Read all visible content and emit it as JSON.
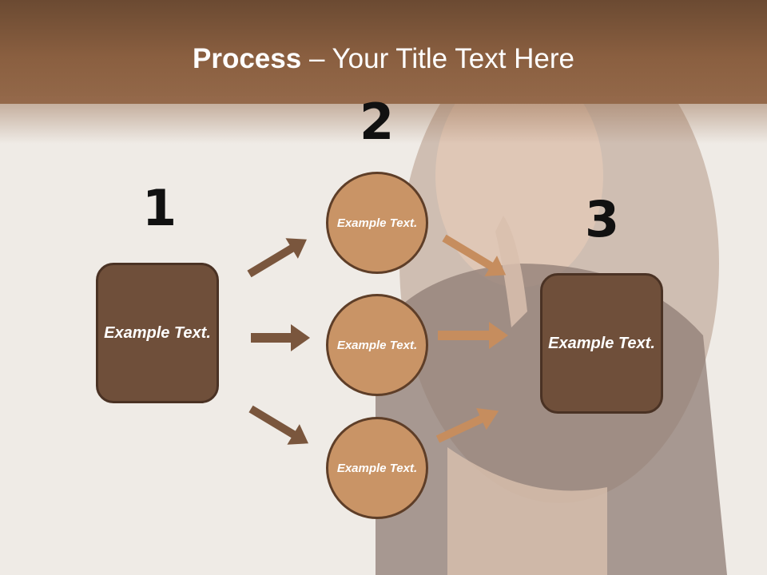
{
  "title": {
    "bold": "Process",
    "rest": " – Your Title Text Here"
  },
  "numbers": [
    "1",
    "2",
    "3"
  ],
  "left_box": {
    "text": "Example Text."
  },
  "circles": [
    {
      "text": "Example Text."
    },
    {
      "text": "Example Text."
    },
    {
      "text": "Example Text."
    }
  ],
  "right_box": {
    "text": "Example Text."
  },
  "colors": {
    "header": "#8a5f40",
    "box": "#6f4f3a",
    "circle": "#c99466",
    "arrow_dark": "#7a563d",
    "arrow_light": "#c68d5e"
  }
}
